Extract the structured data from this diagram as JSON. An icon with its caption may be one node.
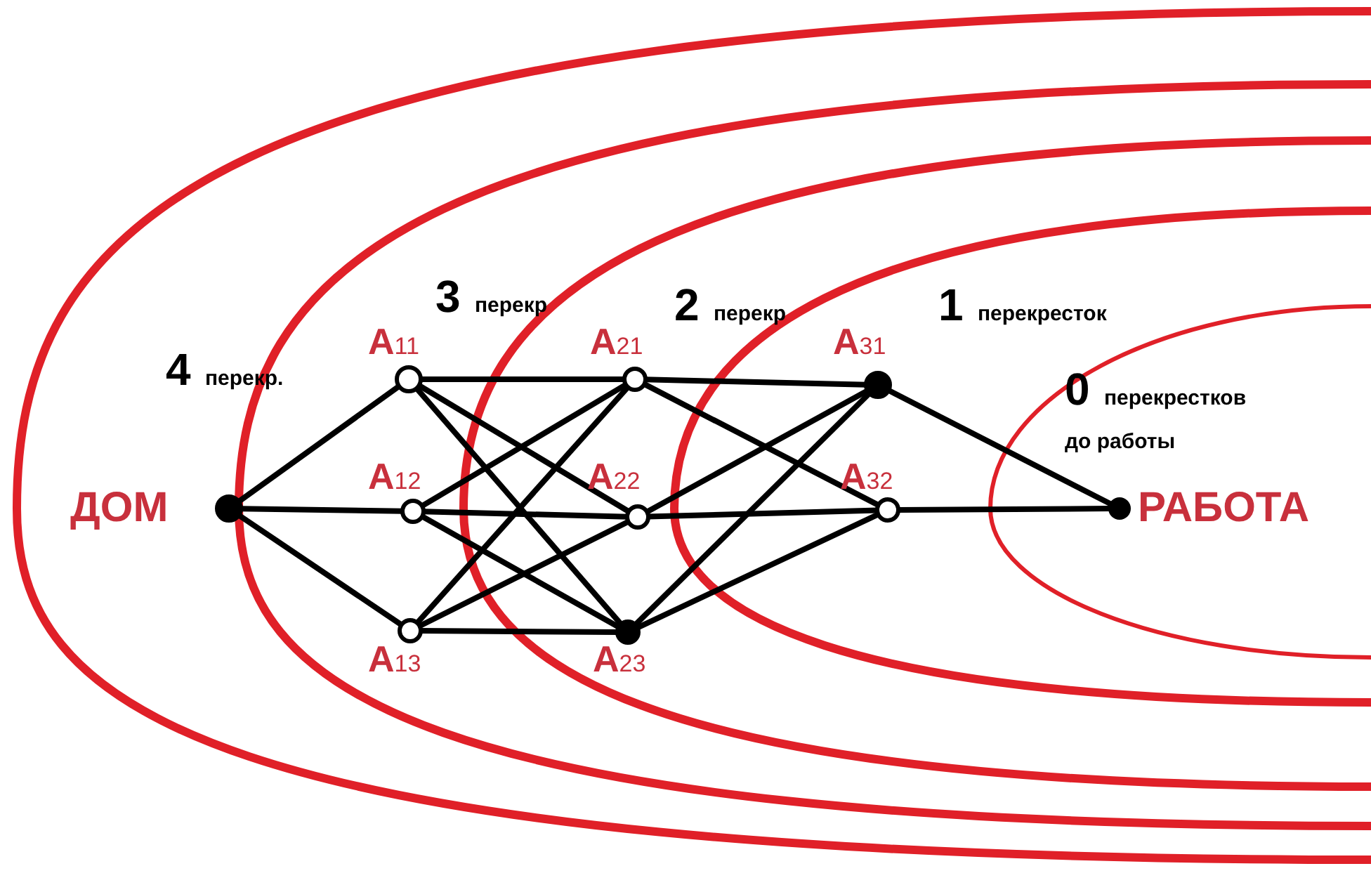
{
  "diagram": {
    "nodes": [
      {
        "text": [],
        "shape": "circle",
        "beside": [
          "ДОМ"
        ]
      },
      {
        "text": [],
        "shape": "circle",
        "beside": [
          "A$_{11}$"
        ]
      },
      {
        "text": [],
        "shape": "circle",
        "beside": [
          "A$_{12}$"
        ]
      },
      {
        "text": [],
        "shape": "circle",
        "beside": [
          "A$_{13}$"
        ]
      },
      {
        "text": [],
        "shape": "circle",
        "beside": [
          "A$_{21}$"
        ]
      },
      {
        "text": [],
        "shape": "circle",
        "beside": [
          "A$_{22}$"
        ]
      },
      {
        "text": [],
        "shape": "circle",
        "beside": [
          "A$_{23}$"
        ]
      },
      {
        "text": [],
        "shape": "circle",
        "beside": [
          "A$_{31}$"
        ]
      },
      {
        "text": [],
        "shape": "circle",
        "beside": [
          "A$_{32}$"
        ]
      },
      {
        "text": [],
        "shape": "circle",
        "beside": [
          "РАБОТА"
        ]
      }
    ],
    "edges": [
      {
        "from": 0,
        "to": 1,
        "arrow": "none"
      },
      {
        "from": 0,
        "to": 2,
        "arrow": "none"
      },
      {
        "from": 0,
        "to": 3,
        "arrow": "none"
      },
      {
        "from": 1,
        "to": 4,
        "arrow": "none"
      },
      {
        "from": 1,
        "to": 5,
        "arrow": "none"
      },
      {
        "from": 1,
        "to": 6,
        "arrow": "none"
      },
      {
        "from": 2,
        "to": 4,
        "arrow": "none"
      },
      {
        "from": 2,
        "to": 5,
        "arrow": "none"
      },
      {
        "from": 2,
        "to": 6,
        "arrow": "none"
      },
      {
        "from": 3,
        "to": 4,
        "arrow": "none"
      },
      {
        "from": 3,
        "to": 5,
        "arrow": "none"
      },
      {
        "from": 3,
        "to": 6,
        "arrow": "none"
      },
      {
        "from": 4,
        "to": 7,
        "arrow": "none"
      },
      {
        "from": 4,
        "to": 8,
        "arrow": "none"
      },
      {
        "from": 5,
        "to": 7,
        "arrow": "none"
      },
      {
        "from": 5,
        "to": 8,
        "arrow": "none"
      },
      {
        "from": 6,
        "to": 7,
        "arrow": "none"
      },
      {
        "from": 6,
        "to": 8,
        "arrow": "none"
      },
      {
        "from": 7,
        "to": 9,
        "arrow": "none"
      },
      {
        "from": 8,
        "to": 9,
        "arrow": "none"
      }
    ],
    "labels": [
      "4 перекр.",
      "3 перекр",
      "2 перекр",
      "1 перекресток",
      "0 перекрестков до работы"
    ]
  }
}
